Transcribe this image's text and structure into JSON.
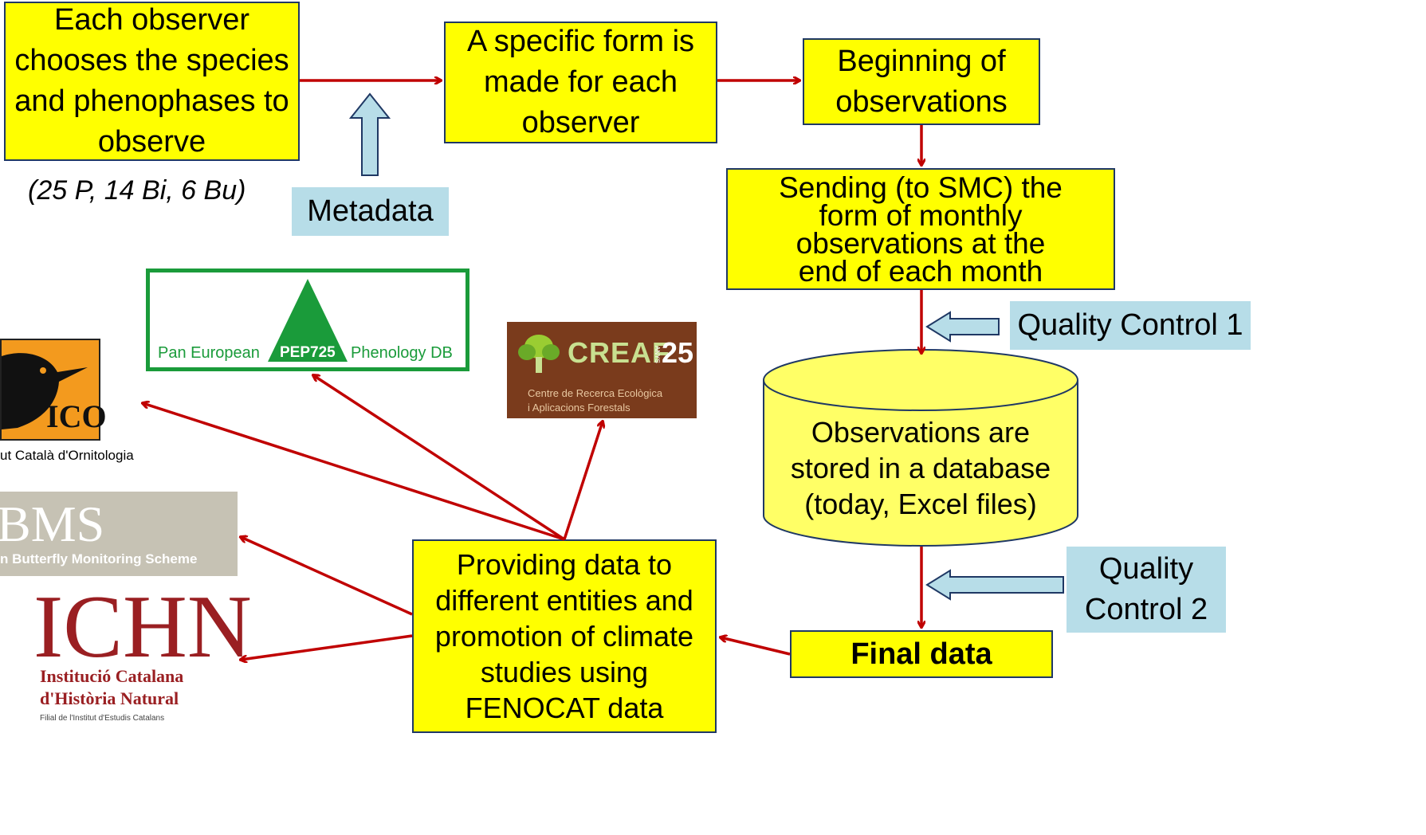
{
  "nodes": {
    "observer_choice": [
      "Each observer",
      "chooses the species",
      "and phenophases to",
      "observe"
    ],
    "specific_form": [
      "A specific form is",
      "made for each",
      "observer"
    ],
    "beginning": [
      "Beginning of",
      "observations"
    ],
    "sending": [
      "Sending (to SMC) the",
      "form of monthly",
      "observations at the",
      "end of each month"
    ],
    "database": [
      "Observations are",
      "stored in a database",
      "(today, Excel files)"
    ],
    "final_data": "Final data",
    "providing": [
      "Providing data to",
      "different entities and",
      "promotion of climate",
      "studies using",
      "FENOCAT data"
    ]
  },
  "counts_note": "(25 P, 14 Bi, 6 Bu)",
  "notes": {
    "metadata": "Metadata",
    "qc1": "Quality Control 1",
    "qc2": [
      "Quality",
      "Control 2"
    ]
  },
  "logos": {
    "pep": {
      "left": "Pan European",
      "center": "PEP725",
      "right": "Phenology DB"
    },
    "creaf": {
      "name": "CREAF",
      "anys": "ANYS",
      "years": "25",
      "line1": "Centre de Recerca Ecològica",
      "line2": "i Aplicacions Forestals"
    },
    "ico": {
      "mark": "ICO",
      "caption": "ut Català d'Ornitologia"
    },
    "bms": {
      "mark": "BMS",
      "caption": "n Butterfly Monitoring Scheme"
    },
    "ichn": {
      "mark": "ICHN",
      "line1": "Institució Catalana",
      "line2": "d'Història Natural",
      "line3": "Filial de l'Institut d'Estudis Catalans"
    }
  },
  "colors": {
    "box_fill": "#ffff00",
    "box_border": "#1f3864",
    "arrow": "#c00000",
    "note_fill": "#b7dde8",
    "pep_green": "#1a9b3a",
    "creaf_brown": "#7a3b1c",
    "ichn_red": "#9a1f22"
  }
}
